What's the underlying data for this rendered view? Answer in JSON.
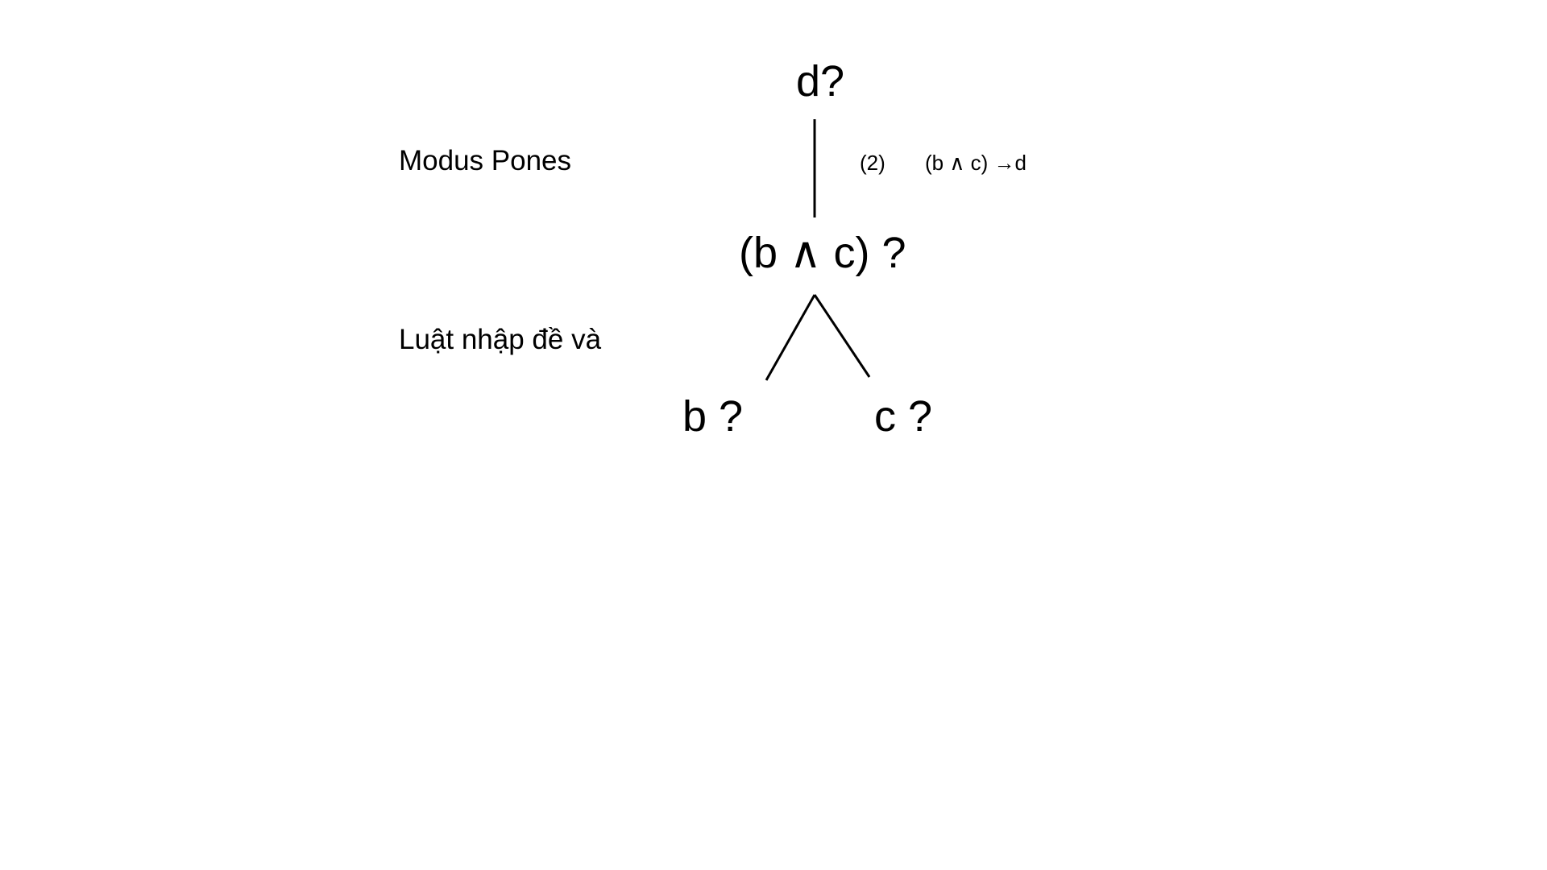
{
  "nodes": {
    "root": "d?",
    "conjunction": "(b ∧ c) ?",
    "left_leaf": "b ?",
    "right_leaf": "c ?"
  },
  "rules": {
    "modus_ponens": "Modus Pones",
    "and_introduction": "Luật nhập đề và"
  },
  "premise": {
    "number": "(2)",
    "formula": "(b ∧ c) →d"
  },
  "colors": {
    "text": "#000000",
    "background": "#ffffff"
  }
}
